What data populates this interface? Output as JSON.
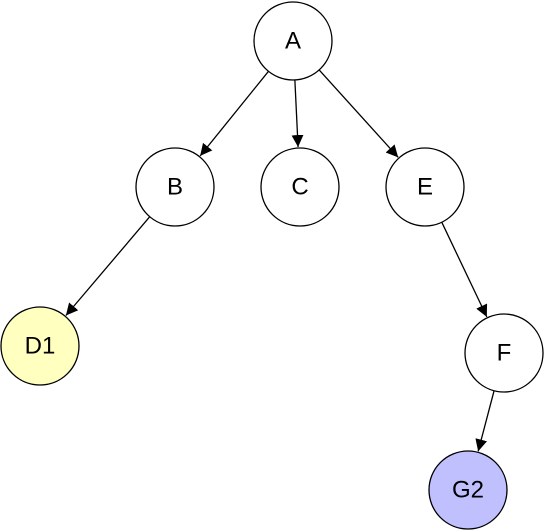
{
  "diagram": {
    "nodes": [
      {
        "id": "A",
        "label": "A",
        "fill": "#ffffff"
      },
      {
        "id": "B",
        "label": "B",
        "fill": "#ffffff"
      },
      {
        "id": "C",
        "label": "C",
        "fill": "#ffffff"
      },
      {
        "id": "E",
        "label": "E",
        "fill": "#ffffff"
      },
      {
        "id": "D1",
        "label": "D1",
        "fill": "#ffffc0"
      },
      {
        "id": "F",
        "label": "F",
        "fill": "#ffffff"
      },
      {
        "id": "G2",
        "label": "G2",
        "fill": "#c0c0ff"
      }
    ],
    "edges": [
      {
        "from": "A",
        "to": "B"
      },
      {
        "from": "A",
        "to": "C"
      },
      {
        "from": "A",
        "to": "E"
      },
      {
        "from": "B",
        "to": "D1"
      },
      {
        "from": "E",
        "to": "F"
      },
      {
        "from": "F",
        "to": "G2"
      }
    ],
    "colors": {
      "stroke": "#000000"
    }
  }
}
